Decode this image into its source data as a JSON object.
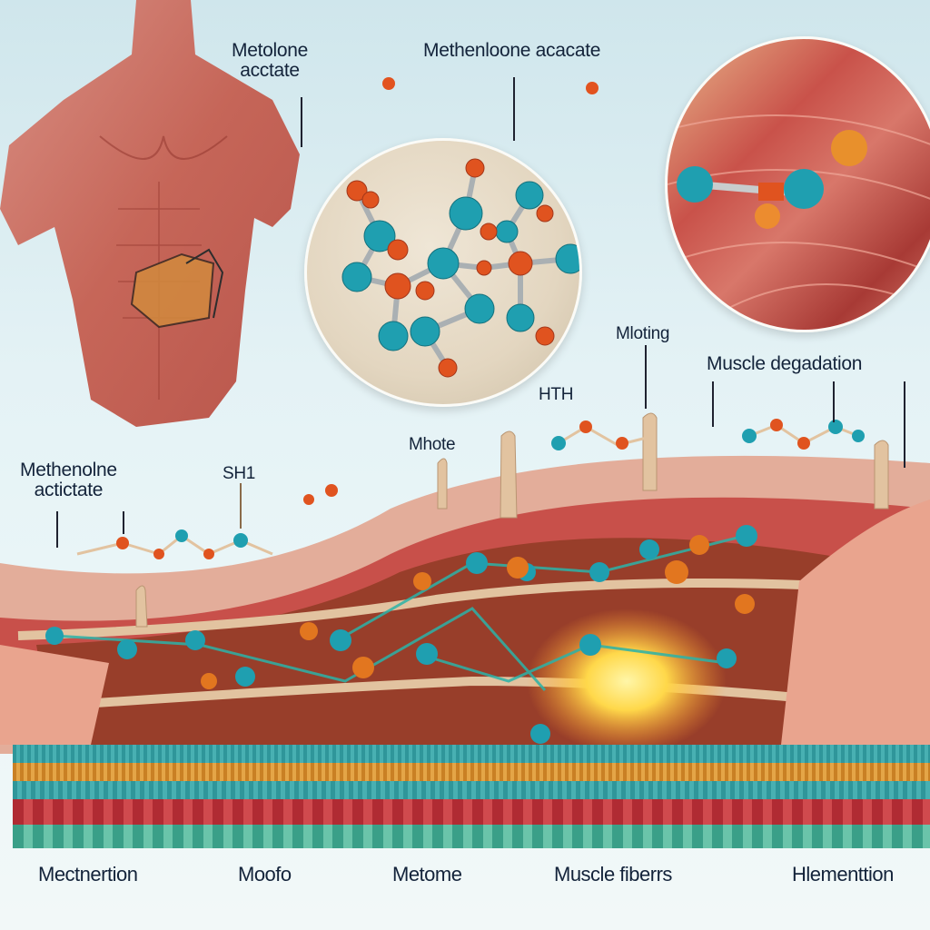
{
  "diagram": {
    "topic": "Muscle anatomy and steroid molecule illustration",
    "labels": {
      "top_left": [
        "Metolone",
        "acctate"
      ],
      "top_center": "Methenloone acacate",
      "mid_left": [
        "Methenolne",
        "actictate"
      ],
      "sh1": "SH1",
      "mhote": "Mhote",
      "hth": "HTH",
      "mloting": "Mloting",
      "muscle_degradation": "Muscle degadation"
    },
    "bottom_labels": [
      "Mectnertion",
      "Moofo",
      "Metome",
      "Muscle fiberrs",
      "Hlementtion"
    ],
    "panels": {
      "torso": "Anatomical torso with abdominal muscle highlighted",
      "molecule": "Ball-and-stick molecular structure (teal and orange atoms)",
      "muscle_closeup": "Close-up of muscle fibers with molecule attached"
    },
    "colors": {
      "atom_teal": "#1f9fb0",
      "atom_orange": "#e0531f",
      "muscle_red": "#c8504a",
      "tendon_beige": "#e2c3a0",
      "glow_yellow": "#ffd84a",
      "layer_teal": "#3aa3a6",
      "layer_orange": "#d9922e",
      "layer_red": "#c0363d",
      "layer_green": "#4fb39a",
      "background": "#dcedf1"
    }
  }
}
